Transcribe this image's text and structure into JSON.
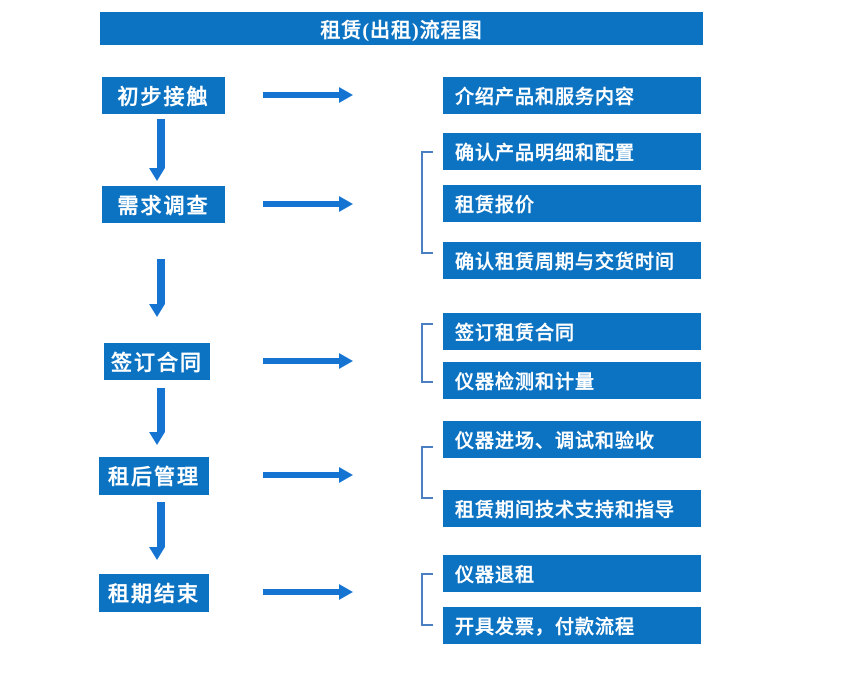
{
  "title": "租赁(出租)流程图",
  "colors": {
    "box_blue": "#0c72c2",
    "arrow_blue": "#1574d2",
    "bracket_blue": "#4a7fc1",
    "text_white": "#ffffff",
    "background": "#ffffff"
  },
  "stages": [
    {
      "label": "初步接触"
    },
    {
      "label": "需求调查"
    },
    {
      "label": "签订合同"
    },
    {
      "label": "租后管理"
    },
    {
      "label": "租期结束"
    }
  ],
  "details": [
    {
      "label": "介绍产品和服务内容"
    },
    {
      "label": "确认产品明细和配置"
    },
    {
      "label": "租赁报价"
    },
    {
      "label": "确认租赁周期与交货时间"
    },
    {
      "label": "签订租赁合同"
    },
    {
      "label": "仪器检测和计量"
    },
    {
      "label": "仪器进场、调试和验收"
    },
    {
      "label": "租赁期间技术支持和指导"
    },
    {
      "label": "仪器退租"
    },
    {
      "label": "开具发票，付款流程"
    }
  ]
}
